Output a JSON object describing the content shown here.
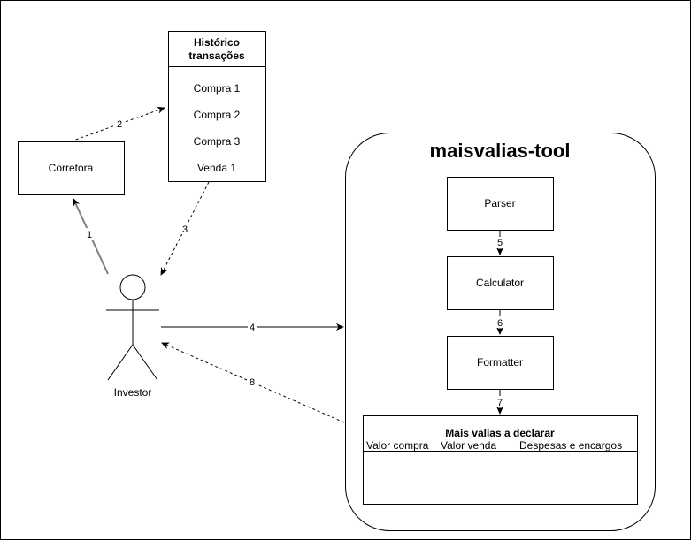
{
  "historico": {
    "title_line1": "Histórico",
    "title_line2": "transações",
    "items": [
      "Compra 1",
      "Compra 2",
      "Compra 3",
      "Venda 1"
    ]
  },
  "corretora": {
    "label": "Corretora"
  },
  "investor": {
    "label": "Investor"
  },
  "tool": {
    "title": "maisvalias-tool",
    "parser": "Parser",
    "calculator": "Calculator",
    "formatter": "Formatter"
  },
  "output_table": {
    "title": "Mais valias a declarar",
    "columns": [
      "Valor compra",
      "Valor venda",
      "Despesas e encargos"
    ]
  },
  "edges": {
    "e1": "1",
    "e2": "2",
    "e3": "3",
    "e4": "4",
    "e5": "5",
    "e6": "6",
    "e7": "7",
    "e8": "8"
  }
}
